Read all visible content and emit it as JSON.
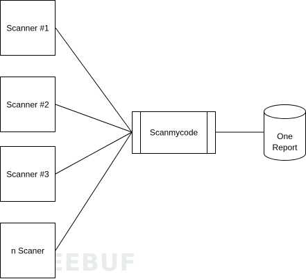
{
  "scanners": [
    {
      "label": "Scanner #1"
    },
    {
      "label": "Scanner #2"
    },
    {
      "label": "Scanner #3"
    },
    {
      "label": "n Scaner"
    }
  ],
  "aggregator": {
    "label": "Scanmycode"
  },
  "report": {
    "line1": "One",
    "line2": "Report"
  },
  "watermark": {
    "text": "FREEBUF"
  },
  "colors": {
    "stroke": "#000000",
    "fill": "#ffffff",
    "watermark": "#e9ecec"
  }
}
